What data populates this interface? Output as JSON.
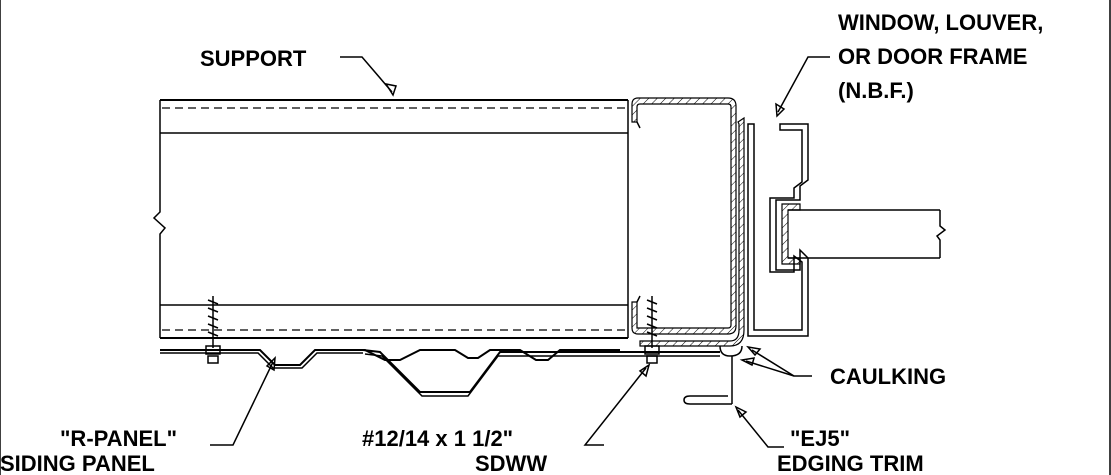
{
  "labels": {
    "support": "SUPPORT",
    "frame_line1": "WINDOW, LOUVER,",
    "frame_line2": "OR DOOR FRAME",
    "frame_line3": "(N.B.F.)",
    "caulking": "CAULKING",
    "panel_line1": "\"R-PANEL\"",
    "panel_line2": "SIDING PANEL",
    "screw_line1": "#12/14 x 1 1/2\"",
    "screw_line2": "SDWW",
    "trim_line1": "\"EJ5\"",
    "trim_line2": "EDGING TRIM"
  }
}
